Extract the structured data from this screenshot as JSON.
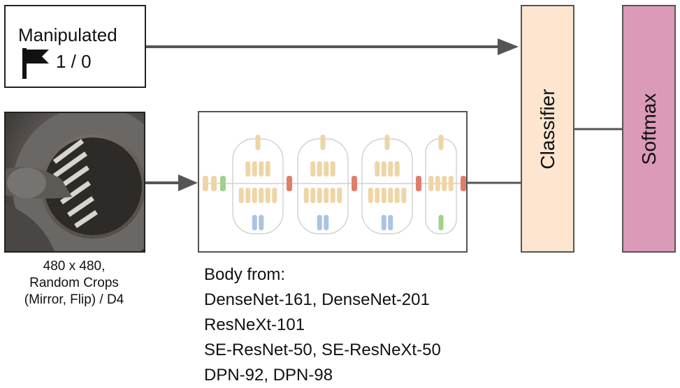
{
  "manipulated": {
    "title": "Manipulated",
    "value": "1 / 0"
  },
  "input": {
    "caption": [
      "480 x 480,",
      "Random Crops",
      "(Mirror, Flip) / D4"
    ]
  },
  "body": {
    "heading": "Body from:",
    "models": [
      "DenseNet-161, DenseNet-201",
      "ResNeXt-101",
      "SE-ResNet-50, SE-ResNeXt-50",
      "DPN-92, DPN-98"
    ]
  },
  "classifier": {
    "label": "Classifier"
  },
  "softmax": {
    "label": "Softmax"
  },
  "colors": {
    "classifier_fill": "#fde5cf",
    "softmax_fill": "#dc9ab9",
    "arrow": "#555555",
    "block_tan": "#efd5a6",
    "block_green": "#9fd38a",
    "block_blue": "#a9c4e4",
    "block_red": "#e07e6a"
  }
}
